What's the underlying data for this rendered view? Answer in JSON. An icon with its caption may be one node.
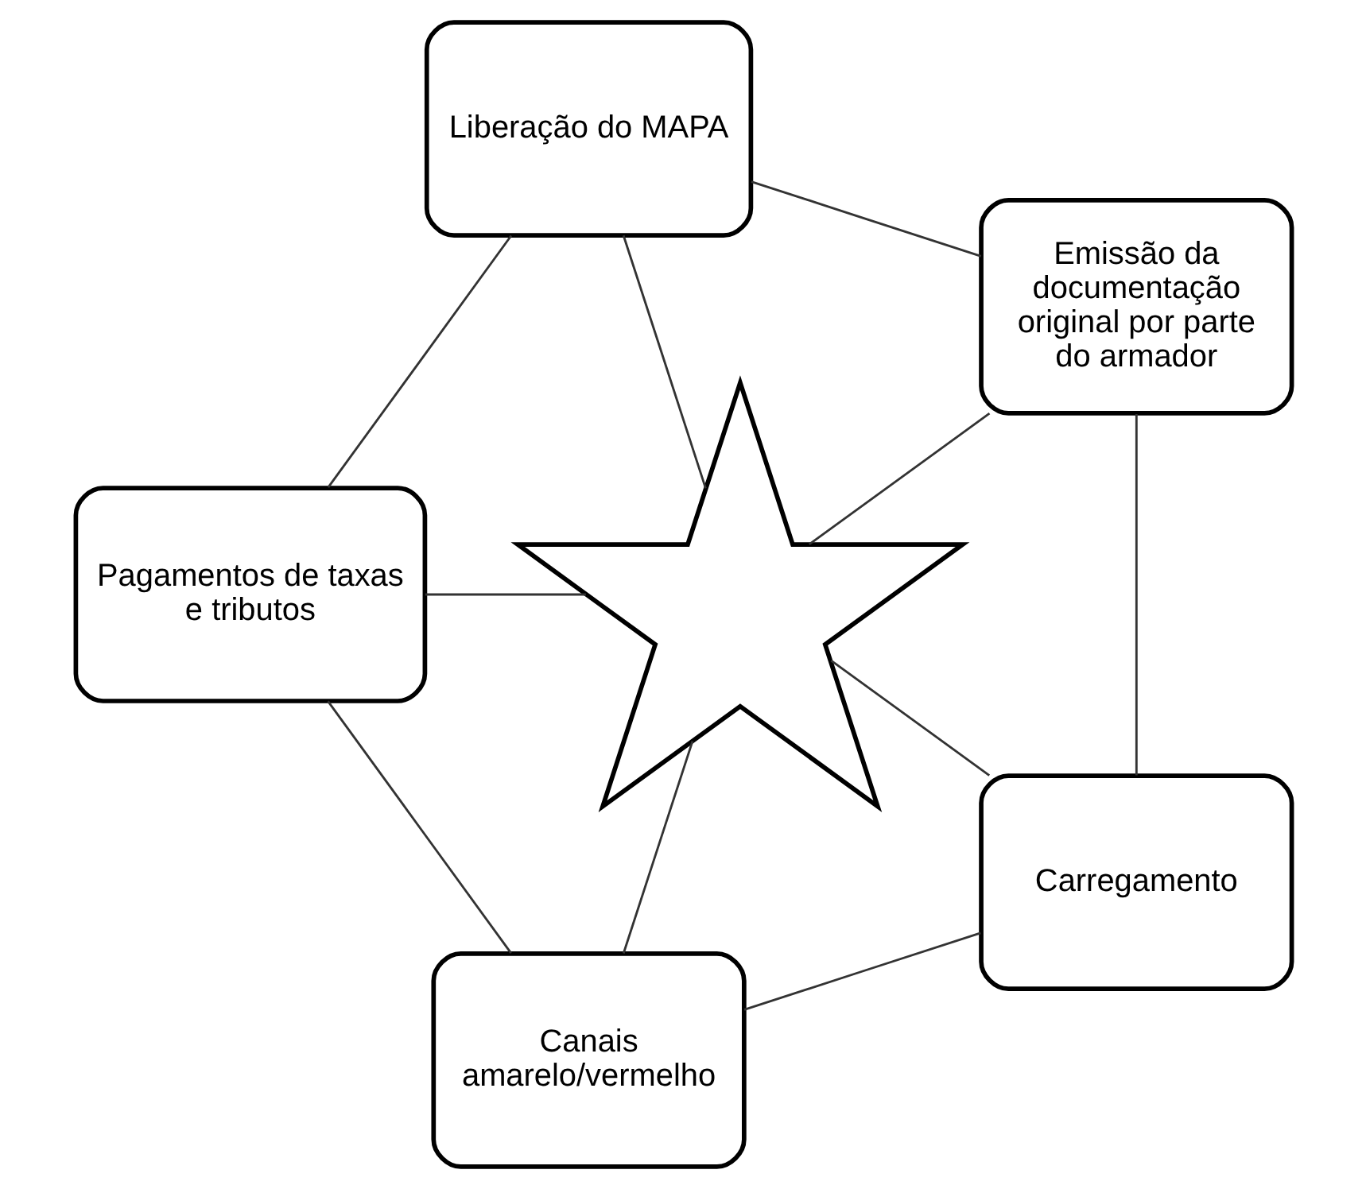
{
  "diagram": {
    "nodes": [
      {
        "text": [
          "Emissão da documentação original por parte do armador"
        ]
      },
      {
        "text": [
          "Carregamento"
        ]
      },
      {
        "text": [
          "Liberação do MAPA"
        ]
      },
      {
        "text": [
          "Canais amarelo/vermelho"
        ]
      },
      {
        "text": [
          "Pagamentos de taxas e tributos"
        ]
      },
      {
        "text": [],
        "shape": "star"
      }
    ],
    "edges": [
      {
        "from": 0,
        "to": 2,
        "arrow": "none"
      },
      {
        "from": 2,
        "to": 4,
        "arrow": "none"
      },
      {
        "from": 4,
        "to": 3,
        "arrow": "none"
      },
      {
        "from": 3,
        "to": 1,
        "arrow": "none"
      },
      {
        "from": 1,
        "to": 0,
        "arrow": "none"
      },
      {
        "from": 5,
        "to": 0,
        "arrow": "none"
      },
      {
        "from": 5,
        "to": 2,
        "arrow": "none"
      },
      {
        "from": 5,
        "to": 4,
        "arrow": "none"
      },
      {
        "from": 5,
        "to": 3,
        "arrow": "none"
      },
      {
        "from": 5,
        "to": 1,
        "arrow": "none"
      }
    ]
  }
}
